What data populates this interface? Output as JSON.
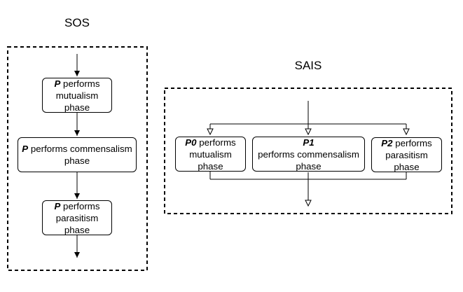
{
  "sos": {
    "title": "SOS",
    "steps": [
      {
        "symbol": "P",
        "line1": " performs",
        "line2": "mutualism",
        "line3": "phase"
      },
      {
        "symbol": "P",
        "line1": " performs commensalism",
        "line2": "phase"
      },
      {
        "symbol": "P",
        "line1": " performs",
        "line2": "parasitism",
        "line3": "phase"
      }
    ]
  },
  "sais": {
    "title": "SAIS",
    "groups": [
      {
        "symbol": "P0",
        "line1": " performs",
        "line2": "mutualism",
        "line3": "phase"
      },
      {
        "symbol": "P1",
        "line2": "performs commensalism",
        "line3": "phase"
      },
      {
        "symbol": "P2",
        "line1": " performs",
        "line2": "parasitism",
        "line3": "phase"
      }
    ]
  }
}
